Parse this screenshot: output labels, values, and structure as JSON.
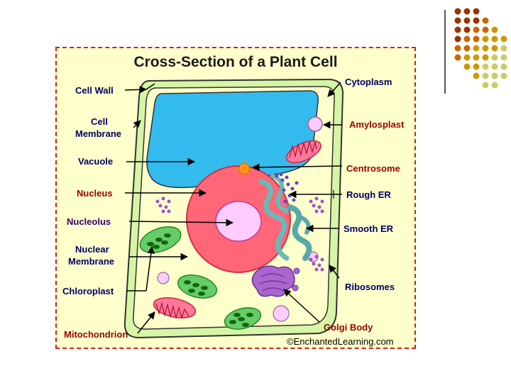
{
  "title": "Cross-Section of a Plant Cell",
  "labels": {
    "cell_wall": "Cell Wall",
    "cell_membrane_1": "Cell",
    "cell_membrane_2": "Membrane",
    "vacuole": "Vacuole",
    "nucleus": "Nucleus",
    "nucleolus": "Nucleolus",
    "nuclear_membrane_1": "Nuclear",
    "nuclear_membrane_2": "Membrane",
    "chloroplast": "Chloroplast",
    "mitochondrion": "Mitochondrion",
    "cytoplasm": "Cytoplasm",
    "amylosplast": "Amylosplast",
    "centrosome": "Centrosome",
    "rough_er": "Rough ER",
    "smooth_er": "Smooth ER",
    "ribosomes": "Ribosomes",
    "golgi_body": "Golgi Body"
  },
  "credit": "©EnchantedLearning.com",
  "colors": {
    "panel_bg": "#ffffcc",
    "panel_border": "#cc2222",
    "cell_wall": "#d6f5a6",
    "cytoplasm": "#ffffcc",
    "vacuole": "#33bbee",
    "nucleus": "#ff6677",
    "nucleolus": "#ffccff",
    "chloroplast": "#66cc66",
    "label_blue": "#000066",
    "label_red": "#990000",
    "label_purple": "#330066",
    "dot_dark_red": "#993300",
    "dot_orange": "#cc6600",
    "dot_gold": "#cc9900",
    "dot_olive": "#cccc66"
  }
}
